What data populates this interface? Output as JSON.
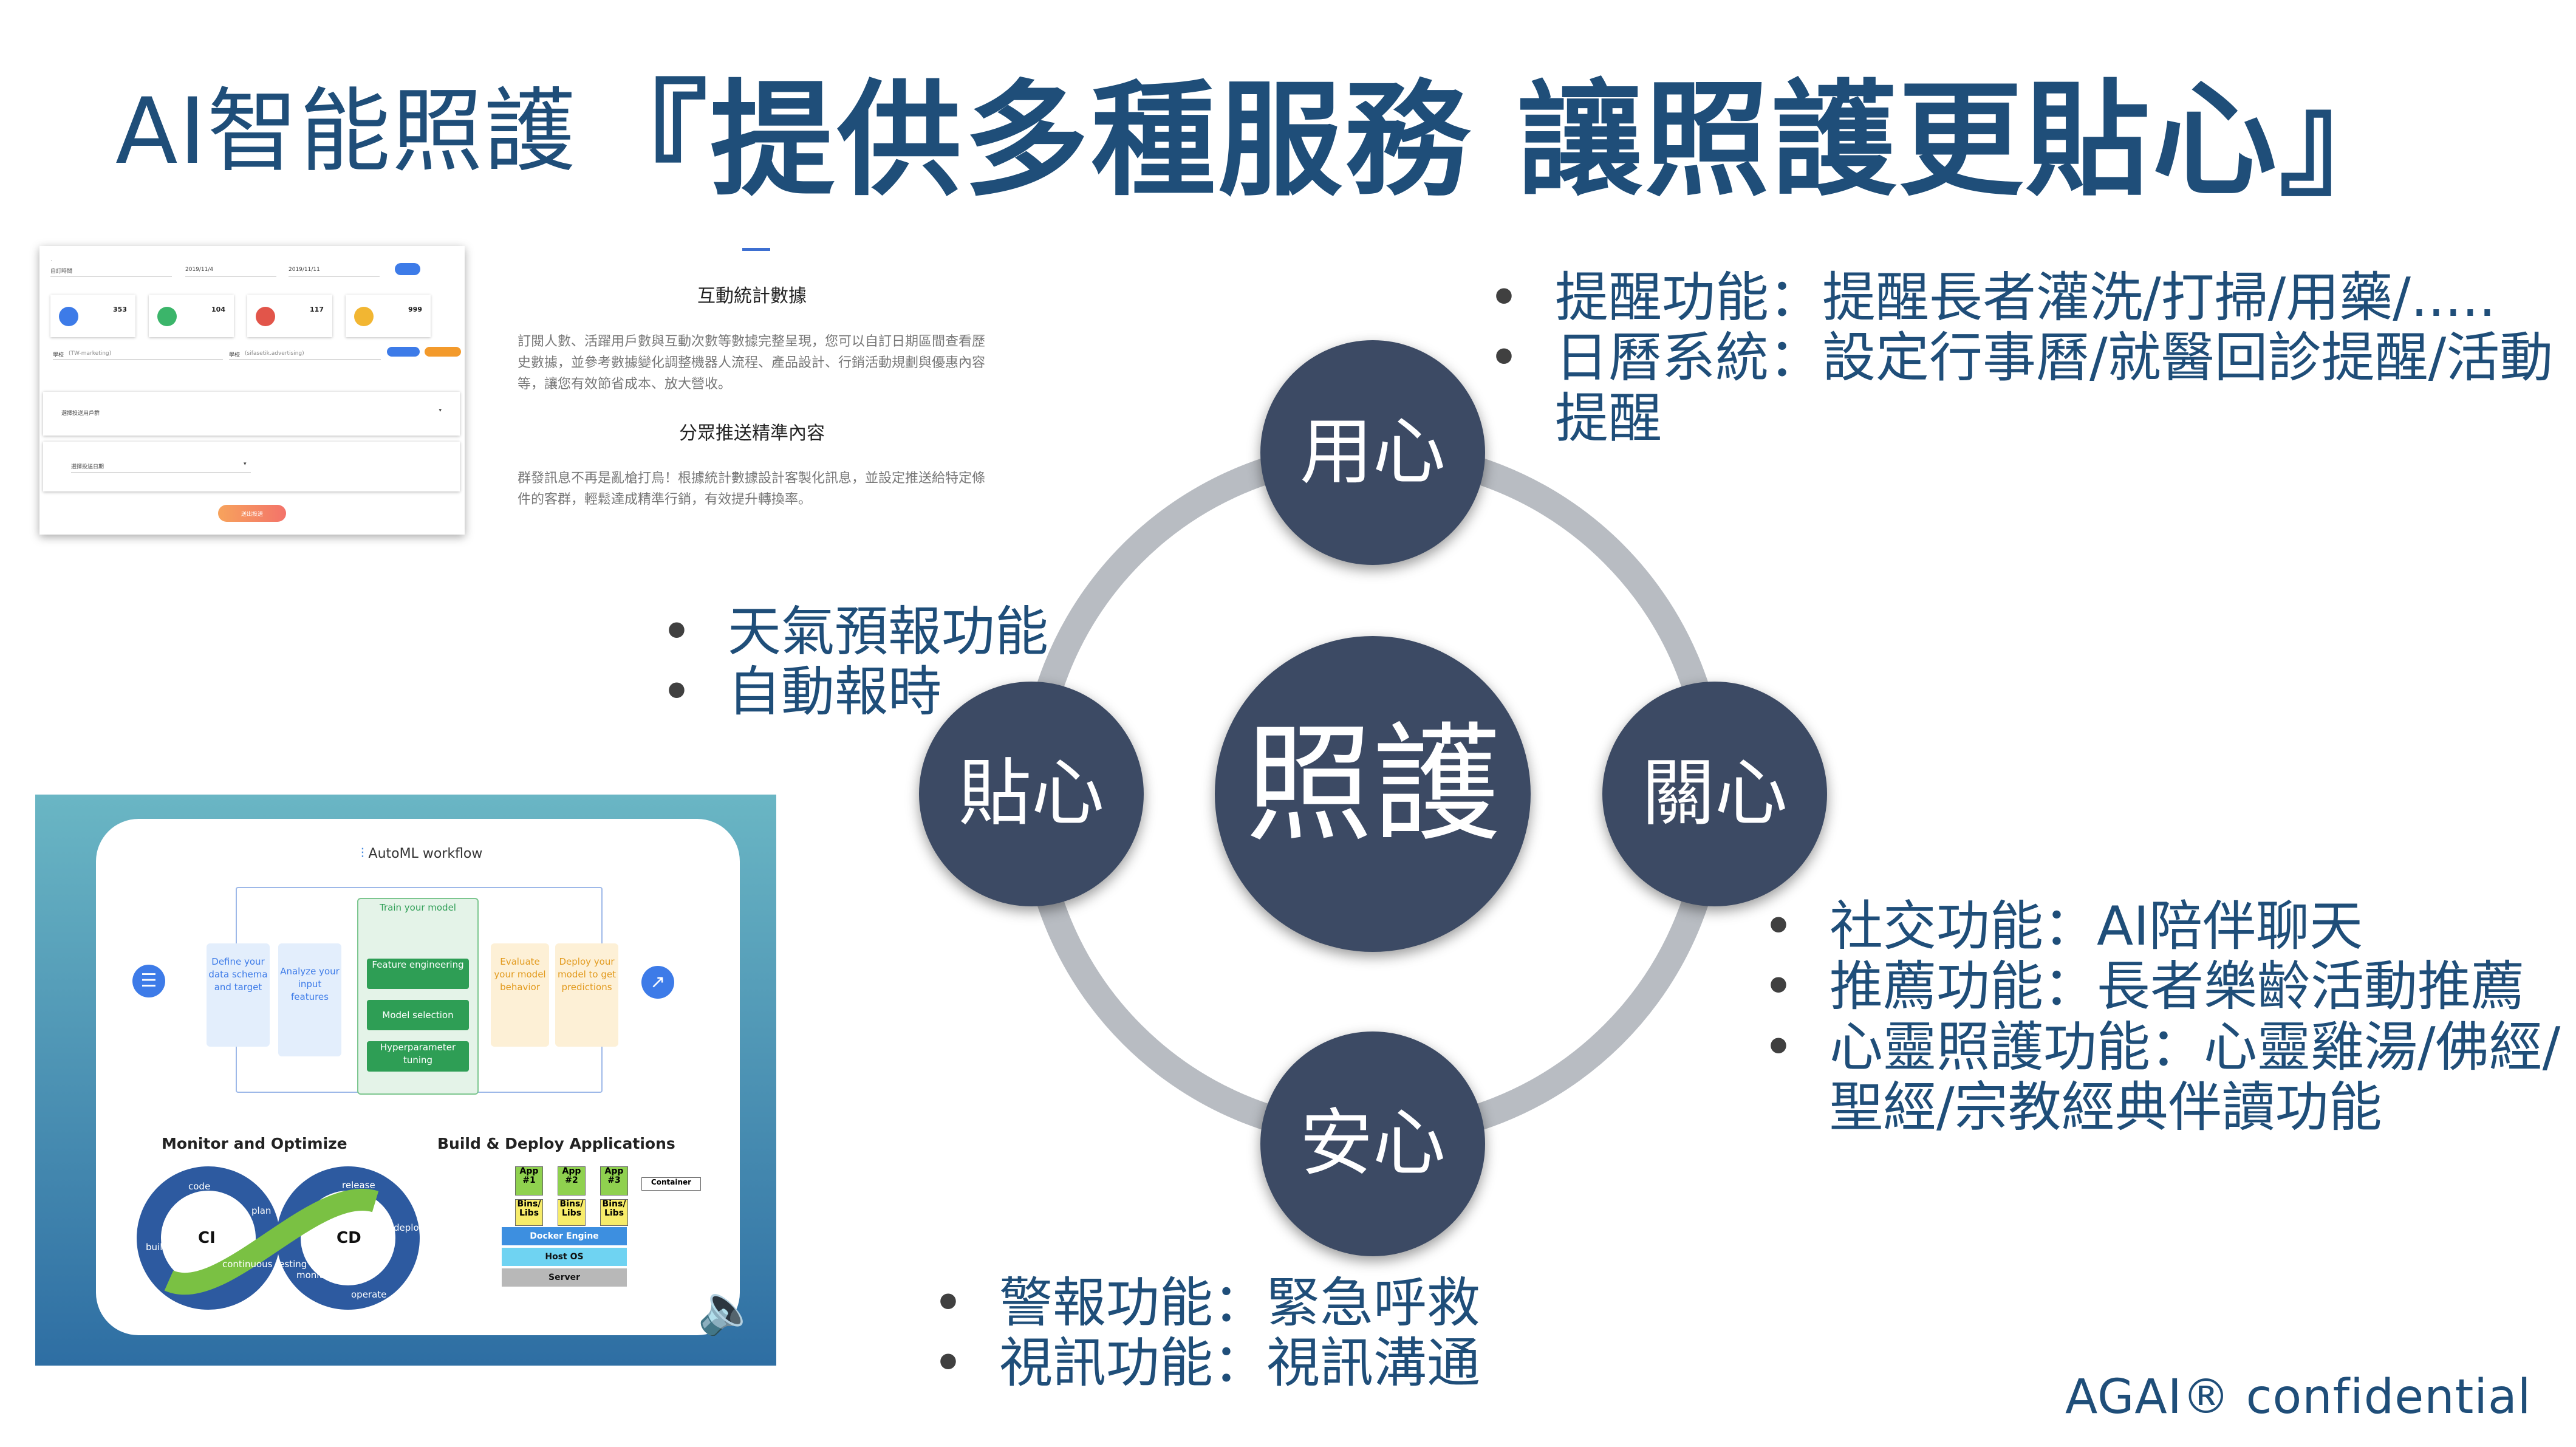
{
  "title": {
    "prefix": "AI智能照護",
    "main": "『提供多種服務  讓照護更貼心』"
  },
  "cycle": {
    "center": "照護",
    "top": "用心",
    "right": "關心",
    "bottom": "安心",
    "left": "貼心"
  },
  "bullets": {
    "top": [
      "提醒功能：提醒長者灌洗/打掃/用藥/.....",
      "日曆系統：設定行事曆/就醫回診提醒/活動提醒"
    ],
    "left": [
      "天氣預報功能",
      "自動報時"
    ],
    "right": [
      "社交功能：AI陪伴聊天",
      "推薦功能：長者樂齡活動推薦",
      "心靈照護功能：心靈雞湯/佛經/聖經/宗教經典伴讀功能"
    ],
    "bottom": [
      "警報功能：緊急呼救",
      "視訊功能：視訊溝通"
    ]
  },
  "screenshot1": {
    "field_values": [
      "自訂時間",
      "2019/11/4",
      "2019/11/11"
    ],
    "stats": [
      "353",
      "104",
      "117",
      "999"
    ],
    "input1_prefix": "學校",
    "input1_placeholder": "(TW-marketing)",
    "input2_prefix": "學校",
    "input2_placeholder": "(sifasetik.advertising)",
    "select1": "選擇投送用戶群",
    "select2": "選擇投送日期",
    "send_button": "送出投送"
  },
  "text_block": {
    "heading1": "互動統計數據",
    "body1": "訂閱人數、活躍用戶數與互動次數等數據完整呈現，您可以自訂日期區間查看歷史數據，並參考數據變化調整機器人流程、產品設計、行銷活動規劃與優惠內容等，讓您有效節省成本、放大營收。",
    "heading2": "分眾推送精準內容",
    "body2": "群發訊息不再是亂槍打鳥！根據統計數據設計客製化訊息，並設定推送給特定條件的客群，輕鬆達成精準行銷，有效提升轉換率。"
  },
  "screenshot2": {
    "workflow_title": "AutoML workflow",
    "steps": {
      "define": "Define your data schema and target",
      "analyze": "Analyze your input features",
      "train_head": "Train your model",
      "feature": "Feature engineering",
      "model_sel": "Model selection",
      "hyper": "Hyperparameter tuning",
      "evaluate": "Evaluate your model behavior",
      "deploy": "Deploy your model to get predictions"
    },
    "monitor_title": "Monitor and Optimize",
    "build_title": "Build & Deploy Applications",
    "ci": "CI",
    "cd": "CD",
    "loop_labels": [
      "code",
      "plan",
      "build",
      "continuous testing",
      "release",
      "deploy",
      "operate",
      "monitor"
    ],
    "apps": [
      "App #1",
      "App #2",
      "App #3"
    ],
    "bins": [
      "Bins/ Libs",
      "Bins/ Libs",
      "Bins/ Libs"
    ],
    "container": "Container",
    "docker": "Docker Engine",
    "hostos": "Host OS",
    "server": "Server"
  },
  "footer": "AGAI®  confidential",
  "colors": {
    "title": "#1f4e79",
    "circle": "#3c4a64",
    "ring": "#b8bcc2"
  }
}
